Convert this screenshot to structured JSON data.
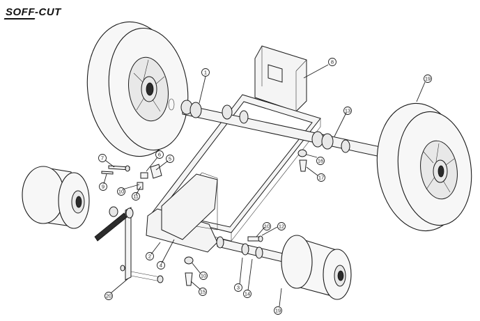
{
  "brand": {
    "logo_text": "Soff-Cut"
  },
  "callouts": {
    "c1": "1",
    "c2": "2",
    "c3": "3",
    "c4": "4",
    "c5": "5",
    "c6": "6",
    "c7": "7",
    "c8": "8",
    "c9": "9",
    "c10a": "10",
    "c10b": "10",
    "c10c": "10",
    "c11": "11",
    "c12": "12",
    "c13": "13",
    "c14": "14",
    "c15": "15",
    "c16": "16",
    "c17": "17",
    "c19a": "19",
    "c19b": "19",
    "c20": "20"
  },
  "colors": {
    "line": "#1a1a1a",
    "fill": "#f4f4f4",
    "background": "#ffffff"
  }
}
